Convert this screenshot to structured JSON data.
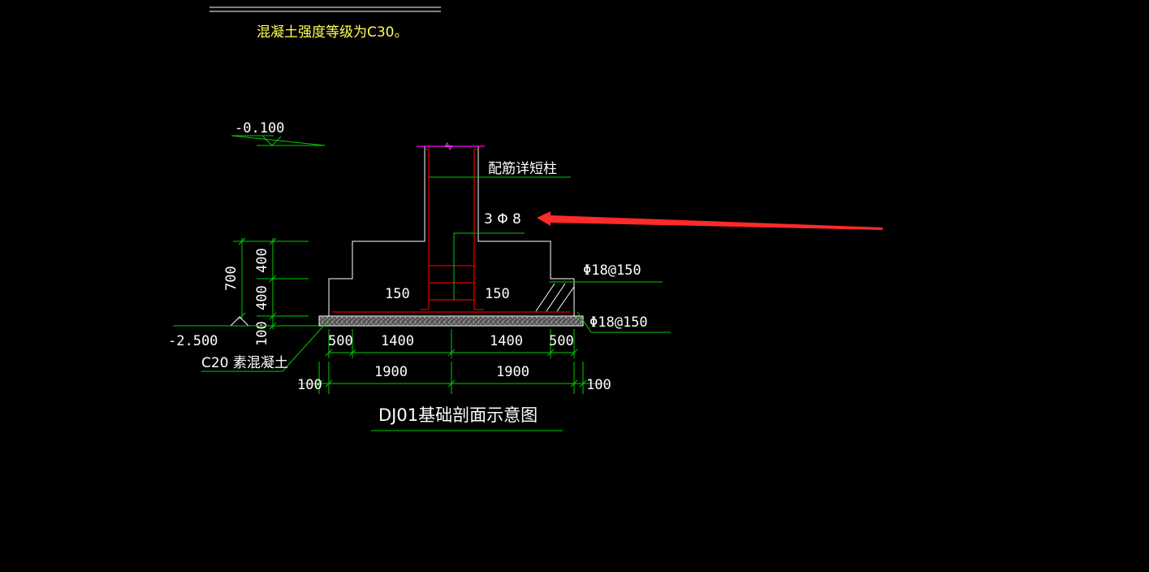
{
  "note": {
    "concrete_grade": "混凝土强度等级为C30。"
  },
  "elevations": {
    "top": "-0.100",
    "bottom": "-2.500"
  },
  "labels": {
    "rebar_detail": "配筋详短柱",
    "stirrup": "3 Φ 8",
    "rebar_upper": "Φ18@150",
    "rebar_lower": "Φ18@150",
    "cover_left": "150",
    "cover_right": "150",
    "plain_concrete": "C20  素混凝土"
  },
  "dims_vertical": {
    "total": "700",
    "upper": "400",
    "lower": "400",
    "bedding": "100"
  },
  "dims_horizontal": {
    "left_500": "500",
    "left_1400": "1400",
    "right_1400": "1400",
    "right_500": "500",
    "left_1900": "1900",
    "right_1900": "1900",
    "left_100": "100",
    "right_100": "100"
  },
  "title": "DJ01基础剖面示意图",
  "colors": {
    "background": "#000000",
    "dimension": "#00cc00",
    "outline": "#ffffff",
    "rebar": "#e00000",
    "arrow": "#ff2a2a",
    "note": "#ffff55"
  }
}
